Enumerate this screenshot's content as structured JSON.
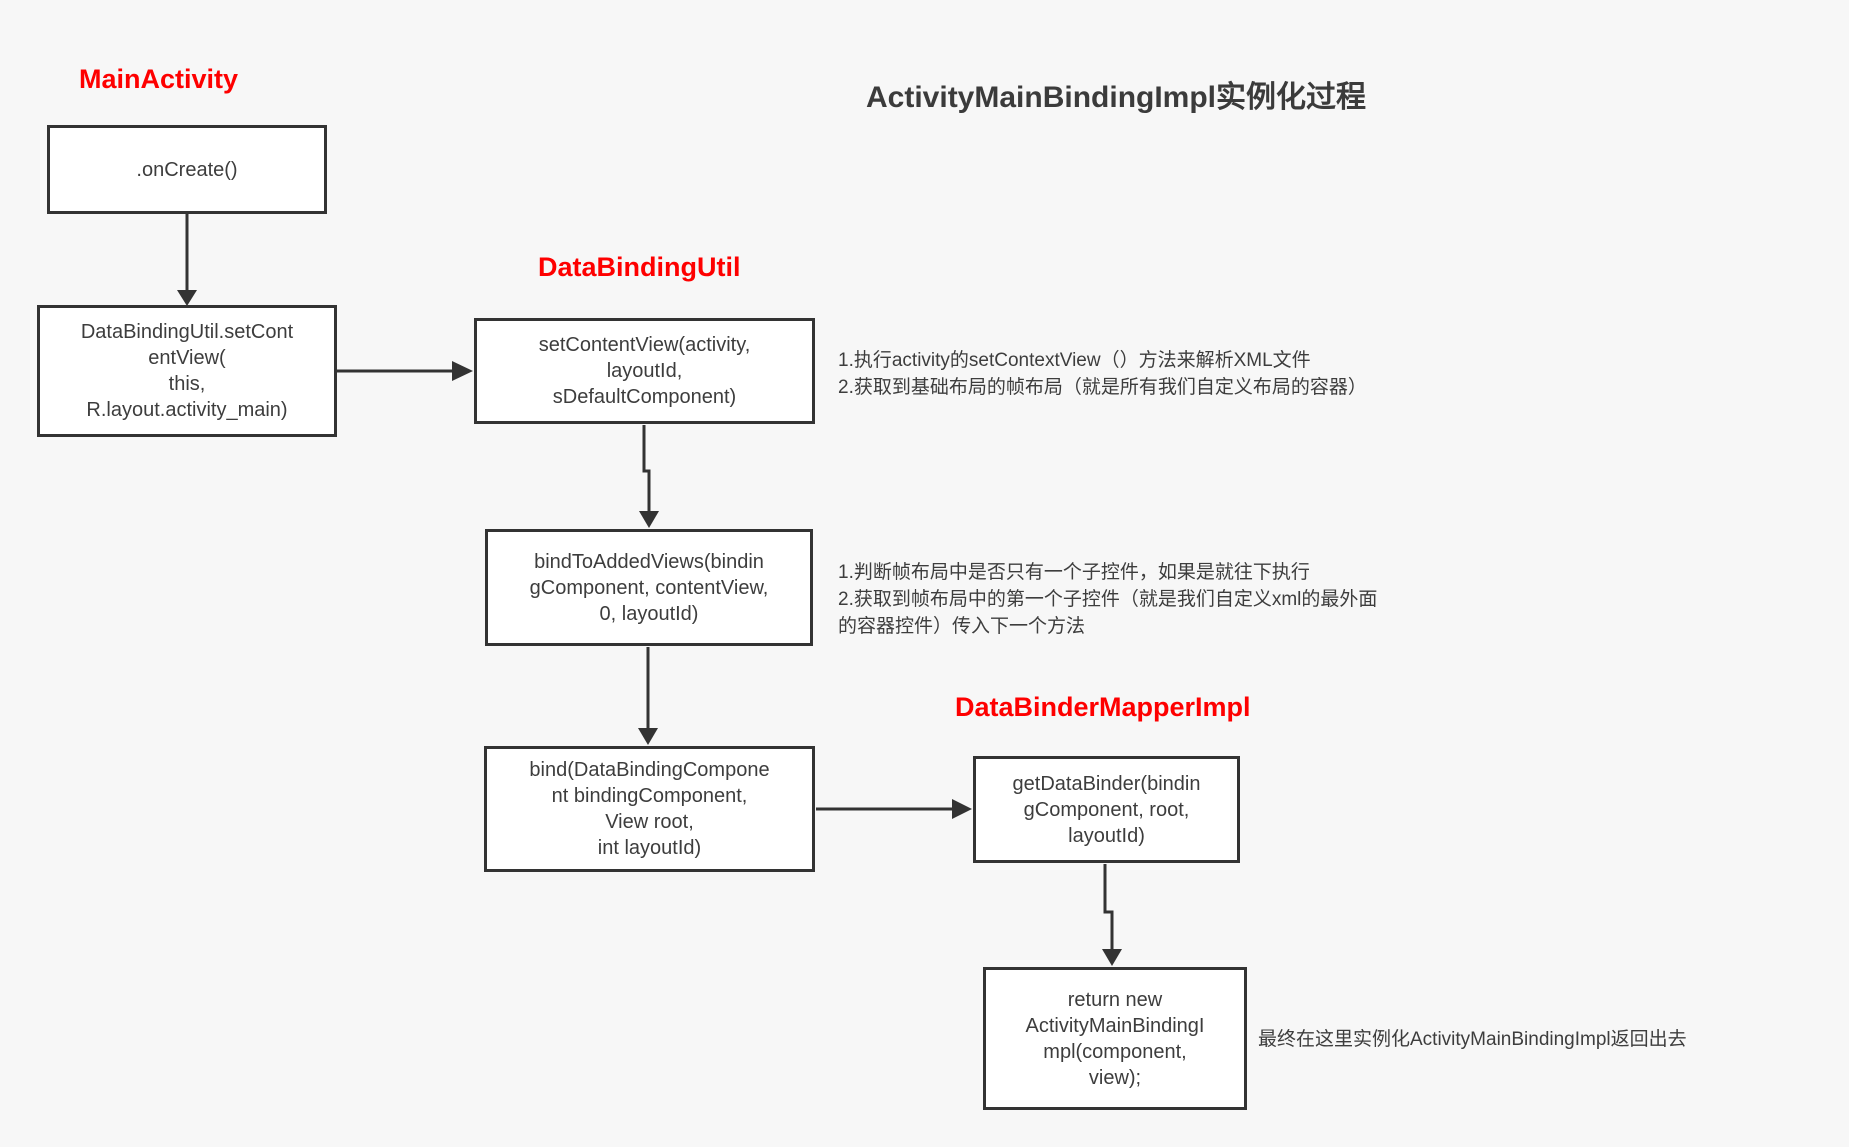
{
  "title": "ActivityMainBindingImpl实例化过程",
  "colors": {
    "accent_red": "#fe0000",
    "line": "#333333",
    "background": "#f7f7f7",
    "box_fill": "#ffffff",
    "text": "#3d3d3d"
  },
  "labels": {
    "main_activity": "MainActivity",
    "data_binding_util": "DataBindingUtil",
    "data_binder_mapper_impl": "DataBinderMapperImpl"
  },
  "nodes": {
    "on_create": {
      "lines": [
        ".onCreate()"
      ]
    },
    "set_content_view_call": {
      "lines": [
        "DataBindingUtil.setCont",
        "entView(",
        "this,",
        "R.layout.activity_main)"
      ]
    },
    "set_content_view": {
      "lines": [
        "setContentView(activity,",
        "layoutId,",
        "sDefaultComponent)"
      ]
    },
    "bind_to_added_views": {
      "lines": [
        "bindToAddedViews(bindin",
        "gComponent, contentView,",
        "0, layoutId)"
      ]
    },
    "bind": {
      "lines": [
        "bind(DataBindingCompone",
        "nt bindingComponent,",
        "View root,",
        "int layoutId)"
      ]
    },
    "get_data_binder": {
      "lines": [
        "getDataBinder(bindin",
        "gComponent, root,",
        "layoutId)"
      ]
    },
    "return_new": {
      "lines": [
        "return new",
        "ActivityMainBindingI",
        "mpl(component,",
        "view);"
      ]
    }
  },
  "annotations": {
    "set_content_view_note": {
      "lines": [
        "1.执行activity的setContextView（）方法来解析XML文件",
        "2.获取到基础布局的帧布局（就是所有我们自定义布局的容器）"
      ]
    },
    "bind_to_added_views_note": {
      "lines": [
        "1.判断帧布局中是否只有一个子控件，如果是就往下执行",
        "2.获取到帧布局中的第一个子控件（就是我们自定义xml的最外面",
        "的容器控件）传入下一个方法"
      ]
    },
    "return_note": {
      "lines": [
        "最终在这里实例化ActivityMainBindingImpl返回出去"
      ]
    }
  }
}
